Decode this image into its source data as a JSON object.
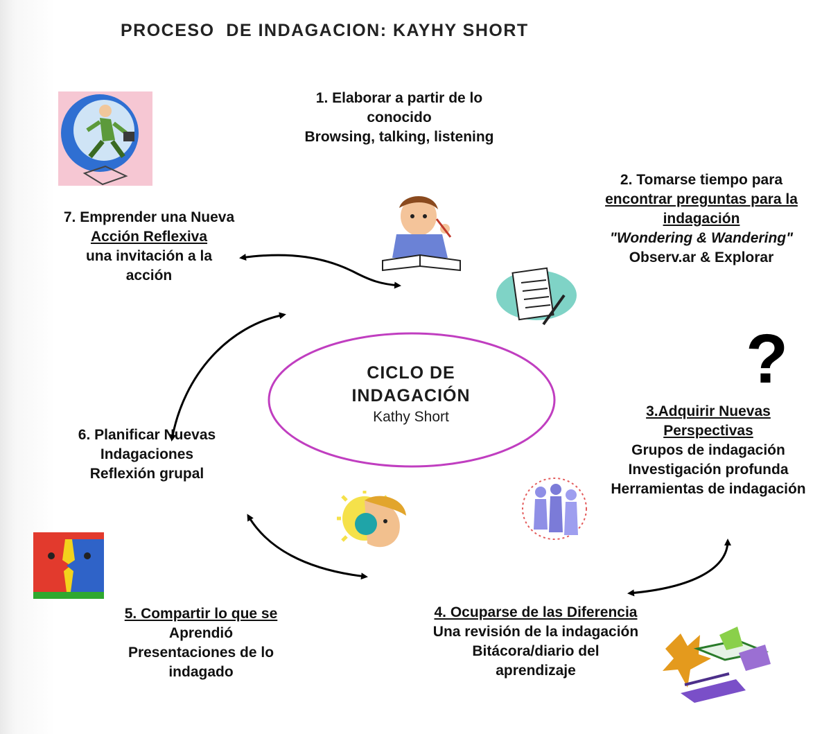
{
  "title": "PROCESO  DE INDAGACION: KAYHY SHORT",
  "center": {
    "line1": "CICLO DE",
    "line2": "INDAGACIÓN",
    "line3": "Kathy Short",
    "ellipse_color": "#c03ec0"
  },
  "stages": {
    "s1": {
      "line1": "1. Elaborar a partir de lo",
      "line2": "conocido",
      "line3": "Browsing, talking, listening"
    },
    "s2": {
      "line1": "2. Tomarse tiempo para",
      "line2": "encontrar preguntas para la",
      "line3": "indagación",
      "line4": "\"Wondering & Wandering\"",
      "line5": "Observ.ar & Explorar"
    },
    "s3": {
      "line1": "3.Adquirir Nuevas",
      "line2": "Perspectivas",
      "line3": "Grupos de indagación",
      "line4": "Investigación profunda",
      "line5": "Herramientas de indagación"
    },
    "s4": {
      "line1": "4. Ocuparse de las Diferencia",
      "line2": "Una revisión de la indagación",
      "line3": "Bitácora/diario del",
      "line4": "aprendizaje"
    },
    "s5": {
      "line1": "5. Compartir lo que se",
      "line2": "Aprendió",
      "line3": "Presentaciones de lo",
      "line4": "indagado"
    },
    "s6": {
      "line1": "6. Planificar Nuevas",
      "line2": "Indagaciones",
      "line3": "Reflexión grupal"
    },
    "s7": {
      "line1": "7. Emprender una Nueva",
      "line2": "Acción Reflexiva",
      "line3": "una invitación a la",
      "line4": "acción"
    }
  },
  "question_mark": "?",
  "icons": [
    "running-man-clipart-icon",
    "boy-reading-clipart-icon",
    "notepad-clipart-icon",
    "question-mark-icon",
    "people-group-clipart-icon",
    "face-sun-clipart-icon",
    "two-faces-clipart-icon",
    "leaves-book-clipart-icon"
  ]
}
